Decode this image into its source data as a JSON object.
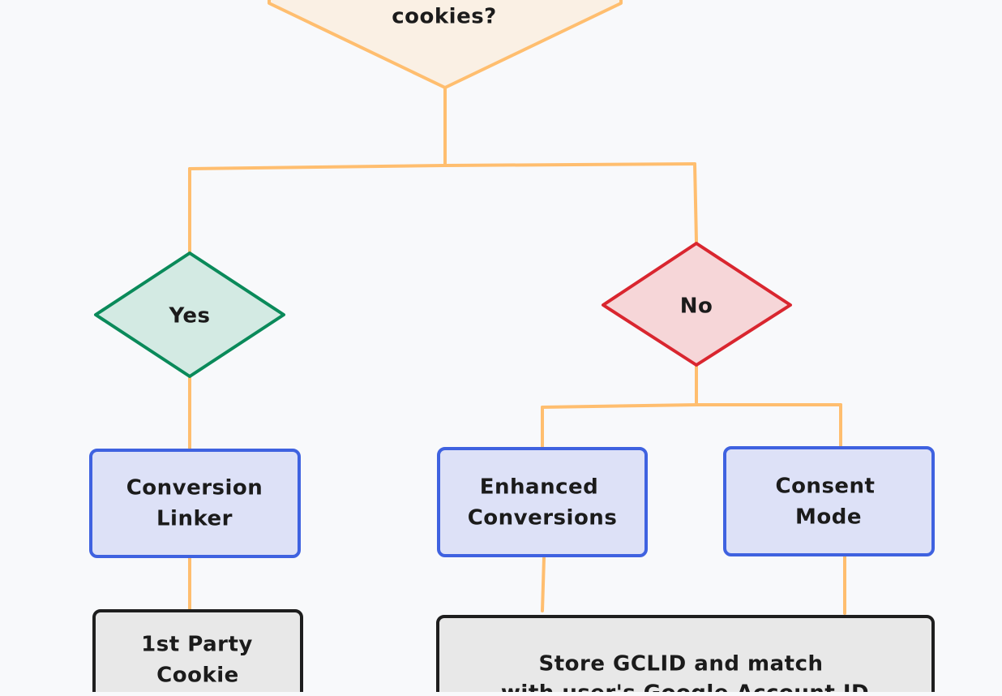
{
  "diagram": {
    "colors": {
      "background": "#f8f9fb",
      "connector": "#ffbe6f",
      "decision_fill": "#faf0e4",
      "decision_stroke": "#ffbe6f",
      "yes_fill": "#d3eae3",
      "yes_stroke": "#0a8a5a",
      "no_fill": "#f6d6d8",
      "no_stroke": "#d9262f",
      "method_fill": "#dde1f7",
      "method_stroke": "#3f62e0",
      "result_fill": "#e8e8e8",
      "result_stroke": "#1e1e1e"
    },
    "nodes": {
      "question": {
        "lines": [
          "cookies?"
        ]
      },
      "yes": {
        "label": "Yes"
      },
      "no": {
        "label": "No"
      },
      "conversion_linker": {
        "lines": [
          "Conversion",
          "Linker"
        ]
      },
      "enhanced_conversions": {
        "lines": [
          "Enhanced",
          "Conversions"
        ]
      },
      "consent_mode": {
        "lines": [
          "Consent",
          "Mode"
        ]
      },
      "first_party_cookie": {
        "lines": [
          "1st Party",
          "Cookie"
        ]
      },
      "store_gclid": {
        "lines": [
          "Store GCLID and match",
          "with user's Google Account ID"
        ]
      }
    }
  }
}
